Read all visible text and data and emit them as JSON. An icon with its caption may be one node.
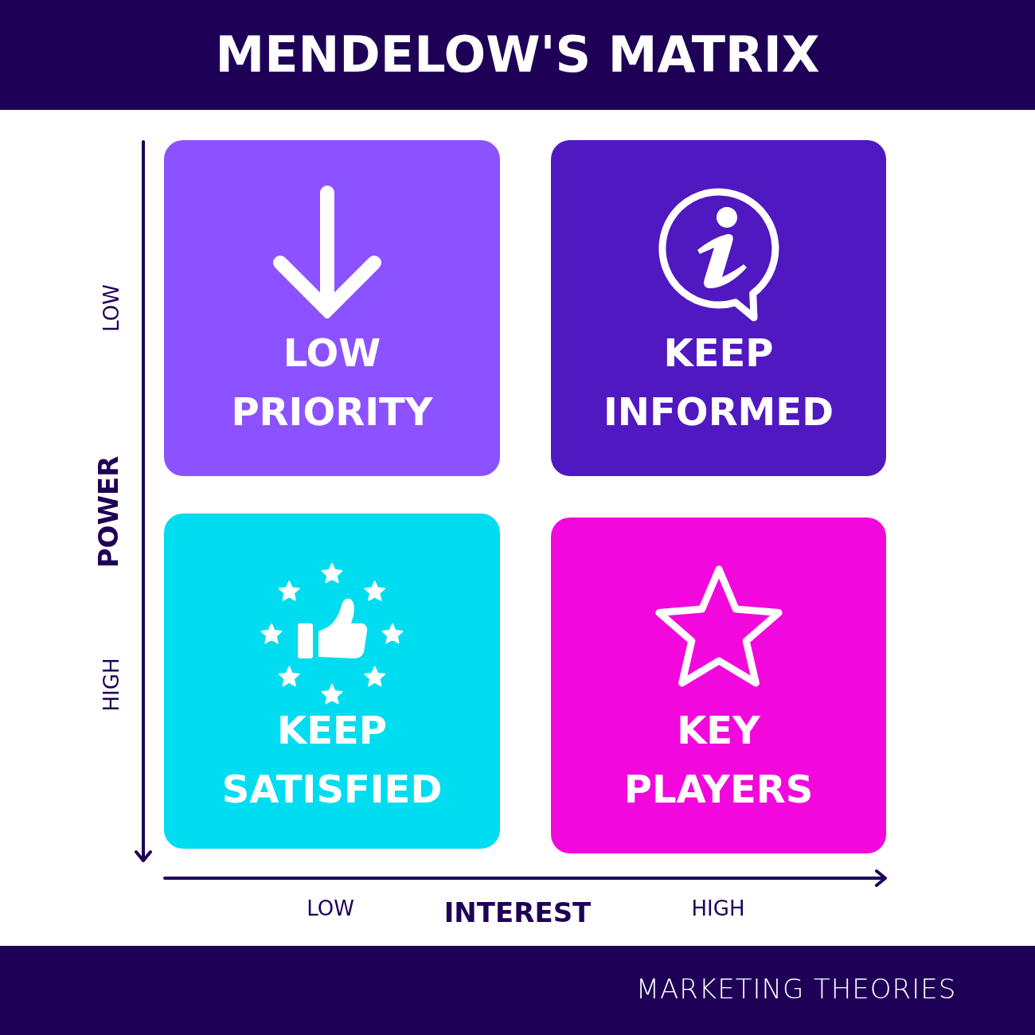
{
  "diagram": {
    "title": "MENDELOW'S MATRIX",
    "nodes": [
      {
        "text": [
          "LOW PRIORITY"
        ]
      },
      {
        "text": [
          "KEEP INFORMED"
        ]
      },
      {
        "text": [
          "KEEP SATISFIED"
        ]
      },
      {
        "text": [
          "KEY PLAYERS"
        ]
      }
    ],
    "labels": [
      "LOW",
      "POWER",
      "HIGH",
      "LOW",
      "INTEREST",
      "HIGH",
      "MARKETING THEORIES"
    ]
  }
}
